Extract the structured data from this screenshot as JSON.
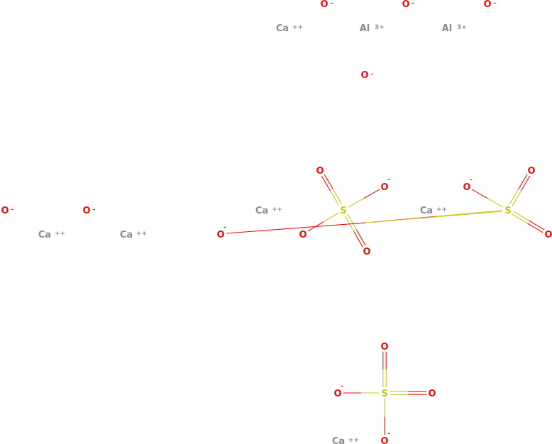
{
  "colors": {
    "oxygen": "#e8120b",
    "calcium": "#8c8c8c",
    "aluminium": "#8c8c8c",
    "sulfur": "#c7c71a",
    "background": "#ffffff"
  },
  "ions": [
    {
      "symbol": "O",
      "charge": "–"
    },
    {
      "symbol": "O",
      "charge": "–"
    },
    {
      "symbol": "O",
      "charge": "–"
    },
    {
      "symbol": "Ca",
      "charge": "++"
    },
    {
      "symbol": "Al",
      "charge": "3+"
    },
    {
      "symbol": "Al",
      "charge": "3+"
    },
    {
      "symbol": "O",
      "charge": "–"
    },
    {
      "symbol": "O",
      "charge": "–"
    },
    {
      "symbol": "O",
      "charge": "–"
    },
    {
      "symbol": "Ca",
      "charge": "++"
    },
    {
      "symbol": "Ca",
      "charge": "++"
    },
    {
      "symbol": "Ca",
      "charge": "++"
    },
    {
      "symbol": "Ca",
      "charge": "++"
    },
    {
      "symbol": "Ca",
      "charge": "++"
    }
  ],
  "sulfates": [
    {
      "center": {
        "symbol": "S",
        "charge": ""
      },
      "oxygens": [
        {
          "symbol": "O",
          "charge": ""
        },
        {
          "symbol": "O",
          "charge": "-"
        },
        {
          "symbol": "O",
          "charge": ""
        },
        {
          "symbol": "O",
          "charge": ""
        }
      ]
    },
    {
      "center": {
        "symbol": "S",
        "charge": ""
      },
      "oxygens": [
        {
          "symbol": "O",
          "charge": ""
        },
        {
          "symbol": "O",
          "charge": "-"
        },
        {
          "symbol": "O",
          "charge": ""
        },
        {
          "symbol": "O",
          "charge": "-"
        }
      ]
    },
    {
      "center": {
        "symbol": "S",
        "charge": ""
      },
      "oxygens": [
        {
          "symbol": "O",
          "charge": ""
        },
        {
          "symbol": "O",
          "charge": "-"
        },
        {
          "symbol": "O",
          "charge": ""
        },
        {
          "symbol": "O",
          "charge": "-"
        }
      ]
    }
  ]
}
